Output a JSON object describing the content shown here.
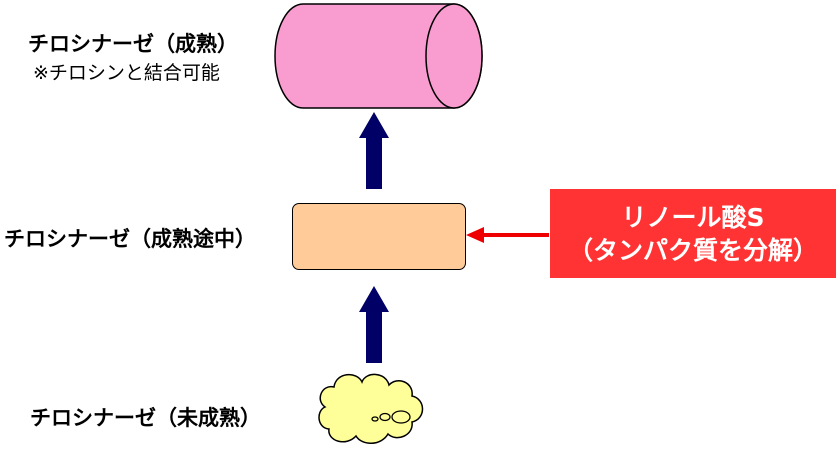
{
  "labels": {
    "mature": "チロシナーゼ（成熟）",
    "mature_note": "※チロシンと結合可能",
    "maturing": "チロシナーゼ（成熟途中）",
    "immature": "チロシナーゼ（未成熟）"
  },
  "inhibitor": {
    "line1": "リノール酸S",
    "line2": "（タンパク質を分解）"
  },
  "colors": {
    "cylinder": "#f99ccf",
    "rounded_box": "#ffcc99",
    "cloud": "#ffff99",
    "up_arrow": "#000066",
    "inhibitor_bg": "#ff3333",
    "inhibitor_arrow": "#ee0000"
  }
}
